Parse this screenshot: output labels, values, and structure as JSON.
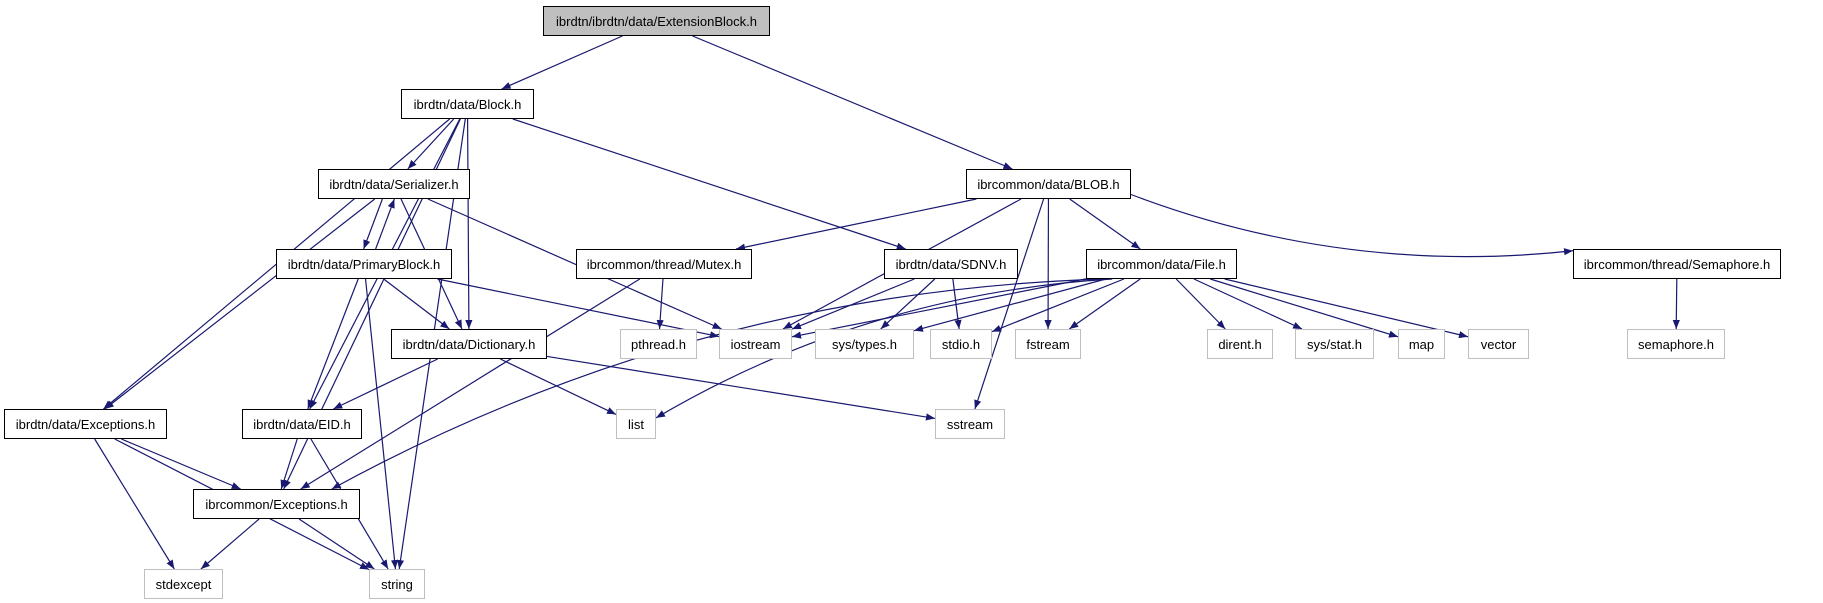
{
  "diagram": {
    "title": "ibrdtn/ibrdtn/data/ExtensionBlock.h",
    "colors": {
      "edge": "#191970",
      "root_fill": "#bfbfbf",
      "node_border": "#000000",
      "external_border": "#bfbfbf"
    },
    "nodes": [
      {
        "id": "ext",
        "label": "ibrdtn/ibrdtn/data/ExtensionBlock.h",
        "kind": "root"
      },
      {
        "id": "block",
        "label": "ibrdtn/data/Block.h",
        "kind": "main"
      },
      {
        "id": "blob",
        "label": "ibrcommon/data/BLOB.h",
        "kind": "main"
      },
      {
        "id": "ser",
        "label": "ibrdtn/data/Serializer.h",
        "kind": "main"
      },
      {
        "id": "prim",
        "label": "ibrdtn/data/PrimaryBlock.h",
        "kind": "main"
      },
      {
        "id": "mutex",
        "label": "ibrcommon/thread/Mutex.h",
        "kind": "main"
      },
      {
        "id": "sdnv",
        "label": "ibrdtn/data/SDNV.h",
        "kind": "main"
      },
      {
        "id": "file",
        "label": "ibrcommon/data/File.h",
        "kind": "main"
      },
      {
        "id": "sem",
        "label": "ibrcommon/thread/Semaphore.h",
        "kind": "main"
      },
      {
        "id": "dict",
        "label": "ibrdtn/data/Dictionary.h",
        "kind": "main"
      },
      {
        "id": "dexc",
        "label": "ibrdtn/data/Exceptions.h",
        "kind": "main"
      },
      {
        "id": "eid",
        "label": "ibrdtn/data/EID.h",
        "kind": "main"
      },
      {
        "id": "cexc",
        "label": "ibrcommon/Exceptions.h",
        "kind": "main"
      },
      {
        "id": "pthread",
        "label": "pthread.h",
        "kind": "ext"
      },
      {
        "id": "iostream",
        "label": "iostream",
        "kind": "ext"
      },
      {
        "id": "systypes",
        "label": "sys/types.h",
        "kind": "ext"
      },
      {
        "id": "stdio",
        "label": "stdio.h",
        "kind": "ext"
      },
      {
        "id": "fstream",
        "label": "fstream",
        "kind": "ext"
      },
      {
        "id": "dirent",
        "label": "dirent.h",
        "kind": "ext"
      },
      {
        "id": "sysstat",
        "label": "sys/stat.h",
        "kind": "ext"
      },
      {
        "id": "map",
        "label": "map",
        "kind": "ext"
      },
      {
        "id": "vector",
        "label": "vector",
        "kind": "ext"
      },
      {
        "id": "semh",
        "label": "semaphore.h",
        "kind": "ext"
      },
      {
        "id": "list",
        "label": "list",
        "kind": "ext"
      },
      {
        "id": "sstream",
        "label": "sstream",
        "kind": "ext"
      },
      {
        "id": "stdexcept",
        "label": "stdexcept",
        "kind": "ext"
      },
      {
        "id": "string",
        "label": "string",
        "kind": "ext"
      }
    ],
    "edges": [
      [
        "ext",
        "block"
      ],
      [
        "ext",
        "blob"
      ],
      [
        "block",
        "ser"
      ],
      [
        "block",
        "dict"
      ],
      [
        "block",
        "sdnv"
      ],
      [
        "block",
        "dexc"
      ],
      [
        "block",
        "eid"
      ],
      [
        "block",
        "cexc"
      ],
      [
        "block",
        "string"
      ],
      [
        "blob",
        "mutex"
      ],
      [
        "blob",
        "iostream"
      ],
      [
        "blob",
        "fstream"
      ],
      [
        "blob",
        "file"
      ],
      [
        "blob",
        "sem"
      ],
      [
        "blob",
        "sstream"
      ],
      [
        "ser",
        "prim"
      ],
      [
        "prim",
        "ser"
      ],
      [
        "ser",
        "dict"
      ],
      [
        "ser",
        "iostream"
      ],
      [
        "ser",
        "dexc"
      ],
      [
        "prim",
        "dict"
      ],
      [
        "prim",
        "eid"
      ],
      [
        "prim",
        "iostream"
      ],
      [
        "prim",
        "string"
      ],
      [
        "mutex",
        "pthread"
      ],
      [
        "mutex",
        "cexc"
      ],
      [
        "sdnv",
        "iostream"
      ],
      [
        "sdnv",
        "systypes"
      ],
      [
        "sdnv",
        "stdio"
      ],
      [
        "file",
        "iostream"
      ],
      [
        "file",
        "systypes"
      ],
      [
        "file",
        "stdio"
      ],
      [
        "file",
        "fstream"
      ],
      [
        "file",
        "dirent"
      ],
      [
        "file",
        "sysstat"
      ],
      [
        "file",
        "map"
      ],
      [
        "file",
        "vector"
      ],
      [
        "file",
        "list"
      ],
      [
        "file",
        "cexc"
      ],
      [
        "sem",
        "semh"
      ],
      [
        "dict",
        "eid"
      ],
      [
        "dict",
        "list"
      ],
      [
        "dict",
        "sstream"
      ],
      [
        "dexc",
        "cexc"
      ],
      [
        "dexc",
        "stdexcept"
      ],
      [
        "dexc",
        "string"
      ],
      [
        "eid",
        "cexc"
      ],
      [
        "eid",
        "string"
      ],
      [
        "cexc",
        "stdexcept"
      ],
      [
        "cexc",
        "string"
      ]
    ]
  }
}
